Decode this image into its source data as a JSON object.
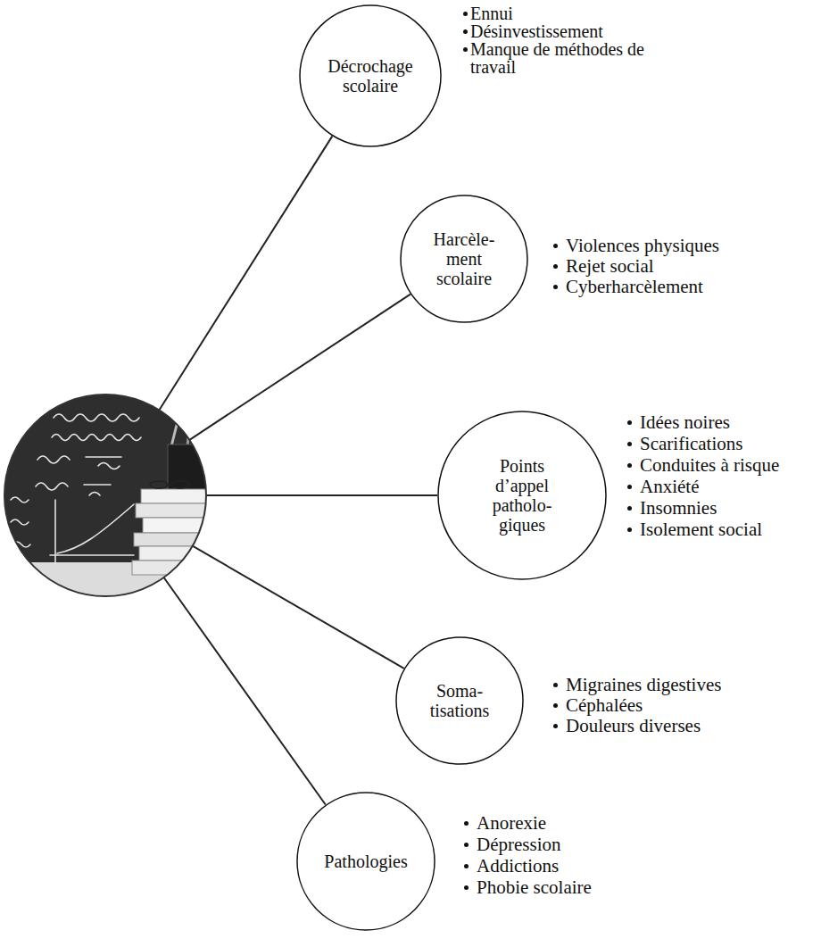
{
  "diagram": {
    "nodes": [
      {
        "text": [
          "Décrochage scolaire"
        ]
      },
      {
        "text": [
          "Harcèle- ment scolaire"
        ]
      },
      {
        "text": [
          "Points d’appel patholo- giques"
        ]
      },
      {
        "text": [
          "Soma- tisations"
        ]
      },
      {
        "text": [
          "Pathologies"
        ]
      }
    ],
    "labels": [
      "Ennui",
      "Désinvestissement",
      "Manque de méthodes de travail",
      "Violences physiques",
      "Rejet social",
      "Cyberharcèlement",
      "Idées noires",
      "Scarifications",
      "Conduites à risque",
      "Anxiété",
      "Insomnies",
      "Isolement social",
      "Migraines digestives",
      "Céphalées",
      "Douleurs diverses",
      "Anorexie",
      "Dépression",
      "Addictions",
      "Phobie scolaire"
    ]
  }
}
